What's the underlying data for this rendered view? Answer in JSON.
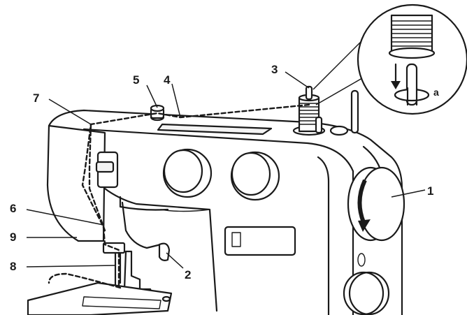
{
  "callouts": {
    "c1": "1",
    "c2": "2",
    "c3": "3",
    "c4": "4",
    "c5": "5",
    "c6": "6",
    "c7": "7",
    "c8": "8",
    "c9": "9",
    "ca": "a"
  },
  "colors": {
    "line": "#1a1a1a",
    "background": "#ffffff"
  }
}
